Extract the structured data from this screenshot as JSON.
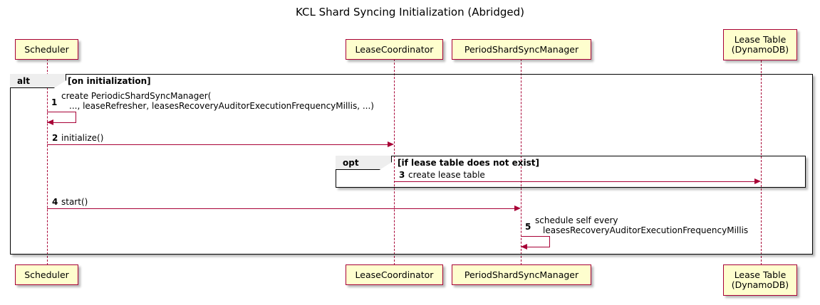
{
  "diagram": {
    "title": "KCL Shard Syncing Initialization (Abridged)",
    "type": "uml-sequence-diagram",
    "accent_color": "#A80036",
    "participant_fill": "#FEFECE",
    "frame_label_fill": "#EEEEEE"
  },
  "participants": [
    {
      "id": "scheduler",
      "label": "Scheduler"
    },
    {
      "id": "lease-coordinator",
      "label": "LeaseCoordinator"
    },
    {
      "id": "period-shard-sync-manager",
      "label": "PeriodShardSyncManager"
    },
    {
      "id": "lease-table",
      "label": "Lease Table\n(DynamoDB)"
    }
  ],
  "fragments": [
    {
      "id": "alt",
      "keyword": "alt",
      "condition": "[on initialization]"
    },
    {
      "id": "opt",
      "keyword": "opt",
      "condition": "[if lease table does not exist]"
    }
  ],
  "messages": [
    {
      "number": "1",
      "from": "scheduler",
      "to": "scheduler",
      "kind": "self",
      "line1": "create PeriodicShardSyncManager(",
      "line2": "..., leaseRefresher, leasesRecoveryAuditorExecutionFrequencyMillis, ...)"
    },
    {
      "number": "2",
      "from": "scheduler",
      "to": "lease-coordinator",
      "kind": "call",
      "line1": "initialize()",
      "line2": ""
    },
    {
      "number": "3",
      "from": "lease-coordinator",
      "to": "lease-table",
      "kind": "call",
      "line1": "create lease table",
      "line2": ""
    },
    {
      "number": "4",
      "from": "scheduler",
      "to": "period-shard-sync-manager",
      "kind": "call",
      "line1": "start()",
      "line2": ""
    },
    {
      "number": "5",
      "from": "period-shard-sync-manager",
      "to": "period-shard-sync-manager",
      "kind": "self",
      "line1": "schedule self every",
      "line2": "leasesRecoveryAuditorExecutionFrequencyMillis"
    }
  ]
}
